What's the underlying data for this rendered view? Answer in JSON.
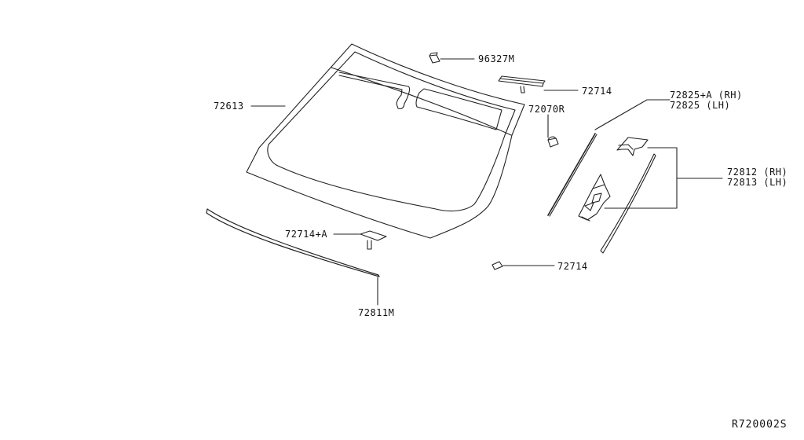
{
  "labels": {
    "l96327m": "96327M",
    "l72714_top": "72714",
    "l72613": "72613",
    "l72070r": "72070R",
    "l72825a_rh": "72825+A (RH)",
    "l72825_lh": "72825 (LH)",
    "l72812_rh": "72812 (RH)",
    "l72813_lh": "72813 (LH)",
    "l72714a": "72714+A",
    "l72714_bottom": "72714",
    "l72811m": "72811M"
  },
  "diagram_code": "R720002S",
  "colors": {
    "line": "#222222",
    "fill": "#ffffff",
    "shade": "#cccccc"
  }
}
